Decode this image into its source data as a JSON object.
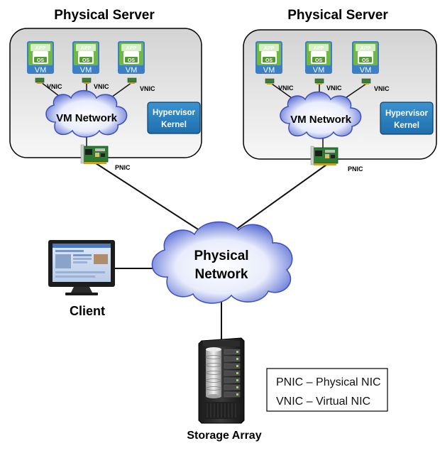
{
  "servers": [
    {
      "title": "Physical Server",
      "vms": [
        {
          "app": "APP",
          "os": "OS",
          "label": "VM",
          "nic": "VNIC"
        },
        {
          "app": "APP",
          "os": "OS",
          "label": "VM",
          "nic": "VNIC"
        },
        {
          "app": "APP",
          "os": "OS",
          "label": "VM",
          "nic": "VNIC"
        }
      ],
      "vm_network": "VM Network",
      "hypervisor_line1": "Hypervisor",
      "hypervisor_line2": "Kernel",
      "pnic": "PNIC"
    },
    {
      "title": "Physical Server",
      "vms": [
        {
          "app": "APP",
          "os": "OS",
          "label": "VM",
          "nic": "VNIC"
        },
        {
          "app": "APP",
          "os": "OS",
          "label": "VM",
          "nic": "VNIC"
        },
        {
          "app": "APP",
          "os": "OS",
          "label": "VM",
          "nic": "VNIC"
        }
      ],
      "vm_network": "VM Network",
      "hypervisor_line1": "Hypervisor",
      "hypervisor_line2": "Kernel",
      "pnic": "PNIC"
    }
  ],
  "physical_network": {
    "line1": "Physical",
    "line2": "Network"
  },
  "client": {
    "label": "Client",
    "icon": "monitor-icon"
  },
  "storage": {
    "label": "Storage Array",
    "icon": "storage-rack-icon"
  },
  "legend": {
    "line1": "PNIC – Physical NIC",
    "line2": "VNIC – Virtual NIC"
  },
  "colors": {
    "server_box": "#d9d9d9",
    "hypervisor_box": "#2e86c1",
    "cloud_fill": "#4a67d6",
    "vm_green": "#5aa832",
    "vm_blue": "#3d7fc4",
    "nic_board": "#3a7d3a"
  }
}
